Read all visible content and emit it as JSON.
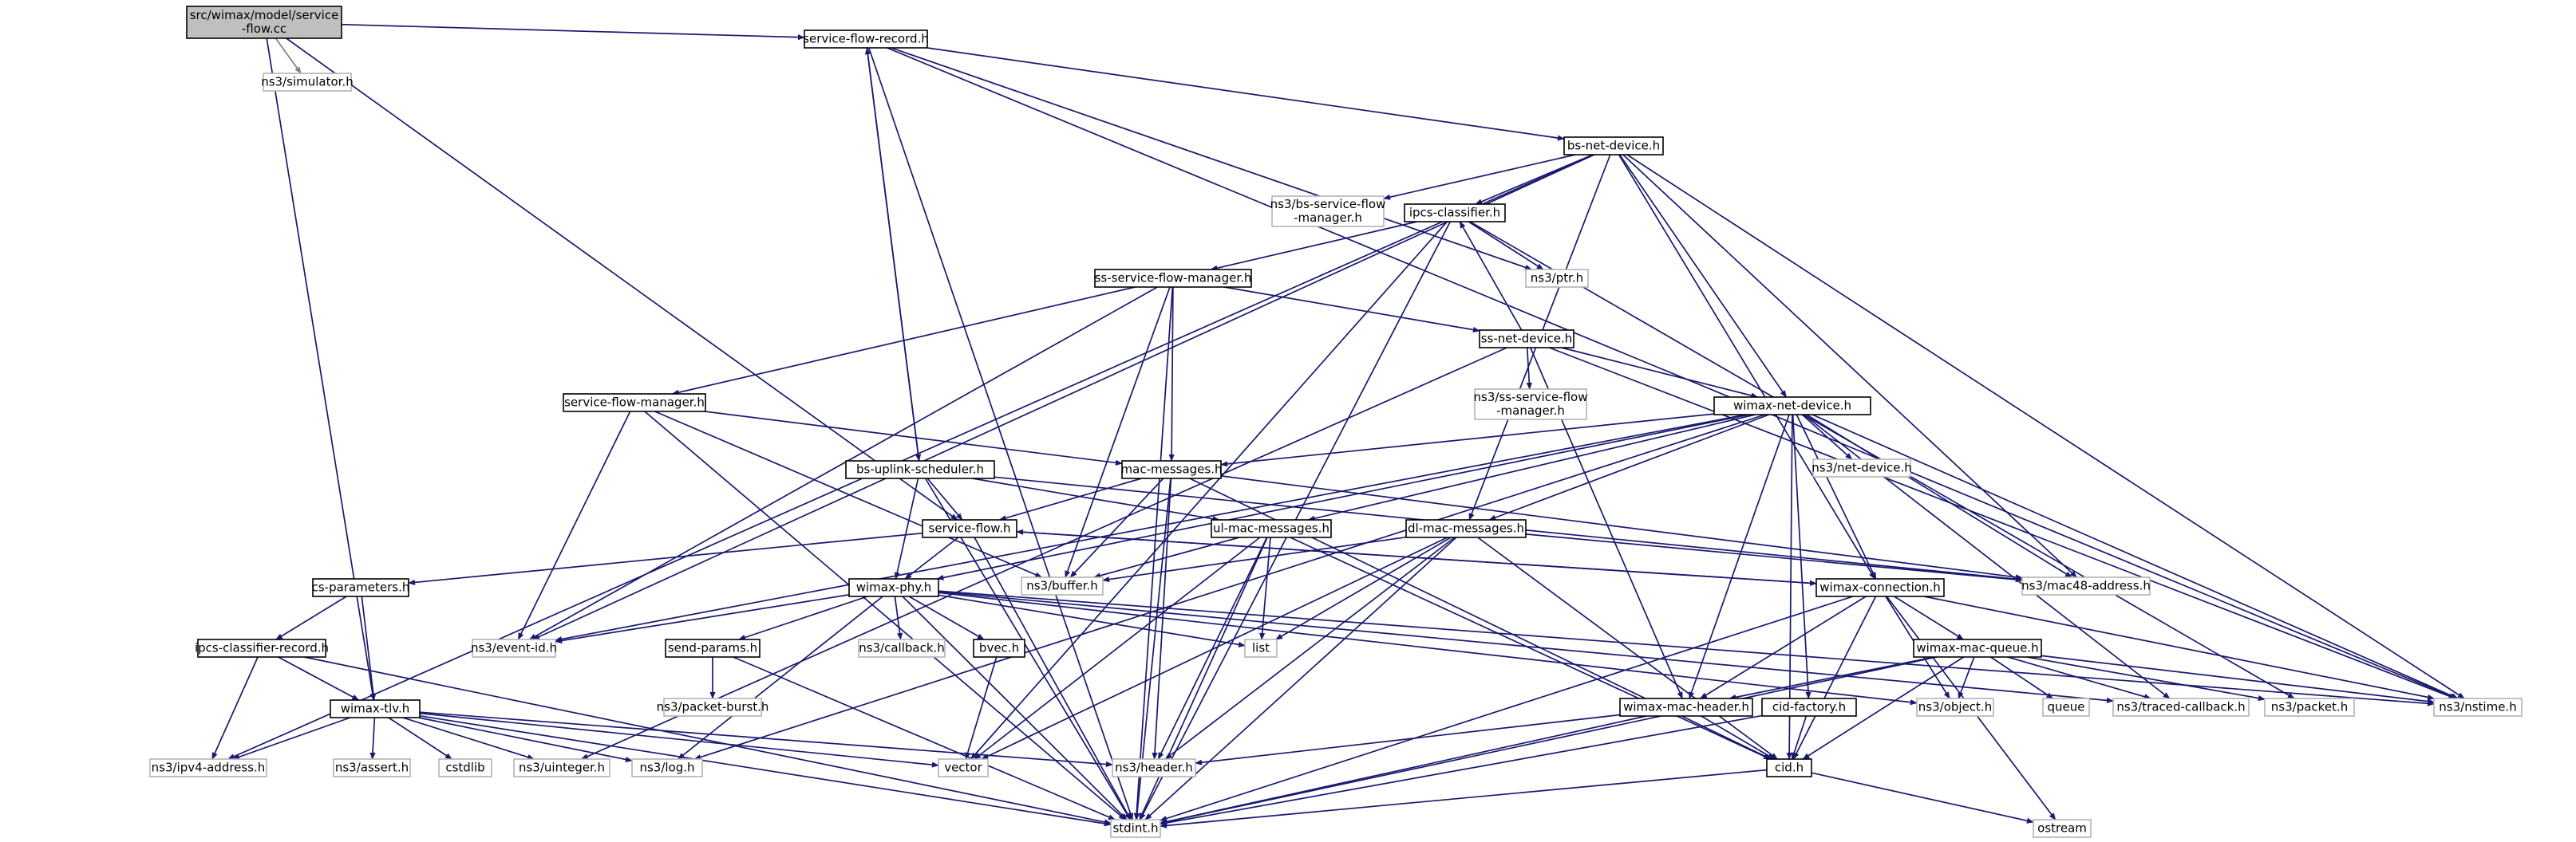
{
  "nodes": {
    "root": [
      "src/wimax/model/service",
      "-flow.cc"
    ],
    "simulator": [
      "ns3/simulator.h"
    ],
    "sfrecord": [
      "service-flow-record.h"
    ],
    "bsnet": [
      "bs-net-device.h"
    ],
    "bssfm": [
      "ns3/bs-service-flow",
      "-manager.h"
    ],
    "ipcs": [
      "ipcs-classifier.h"
    ],
    "ptr": [
      "ns3/ptr.h"
    ],
    "sssfm": [
      "ss-service-flow-manager.h"
    ],
    "ssnet": [
      "ss-net-device.h"
    ],
    "sssfmgr": [
      "ns3/ss-service-flow",
      "-manager.h"
    ],
    "sfm": [
      "service-flow-manager.h"
    ],
    "wimaxnet": [
      "wimax-net-device.h"
    ],
    "netdevice": [
      "ns3/net-device.h"
    ],
    "bsup": [
      "bs-uplink-scheduler.h"
    ],
    "macmsg": [
      "mac-messages.h"
    ],
    "sflow": [
      "service-flow.h"
    ],
    "ulmac": [
      "ul-mac-messages.h"
    ],
    "dlmac": [
      "dl-mac-messages.h"
    ],
    "buffer": [
      "ns3/buffer.h"
    ],
    "mac48": [
      "ns3/mac48-address.h"
    ],
    "csparams": [
      "cs-parameters.h"
    ],
    "wimaxphy": [
      "wimax-phy.h"
    ],
    "wimaxconn": [
      "wimax-connection.h"
    ],
    "ipcsrec": [
      "ipcs-classifier-record.h"
    ],
    "eventid": [
      "ns3/event-id.h"
    ],
    "sendparams": [
      "send-params.h"
    ],
    "callback": [
      "ns3/callback.h"
    ],
    "bvec": [
      "bvec.h"
    ],
    "list": [
      "list"
    ],
    "macqueue": [
      "wimax-mac-queue.h"
    ],
    "nstime": [
      "ns3/nstime.h"
    ],
    "tlv": [
      "wimax-tlv.h"
    ],
    "packetburst": [
      "ns3/packet-burst.h"
    ],
    "macheader": [
      "wimax-mac-header.h"
    ],
    "cidfactory": [
      "cid-factory.h"
    ],
    "object": [
      "ns3/object.h"
    ],
    "queue": [
      "queue"
    ],
    "traced": [
      "ns3/traced-callback.h"
    ],
    "packet": [
      "ns3/packet.h"
    ],
    "ipv4": [
      "ns3/ipv4-address.h"
    ],
    "assert": [
      "ns3/assert.h"
    ],
    "cstdlib": [
      "cstdlib"
    ],
    "uinteger": [
      "ns3/uinteger.h"
    ],
    "log": [
      "ns3/log.h"
    ],
    "vector": [
      "vector"
    ],
    "header": [
      "ns3/header.h"
    ],
    "cid": [
      "cid.h"
    ],
    "stdint": [
      "stdint.h"
    ],
    "ostream": [
      "ostream"
    ]
  }
}
